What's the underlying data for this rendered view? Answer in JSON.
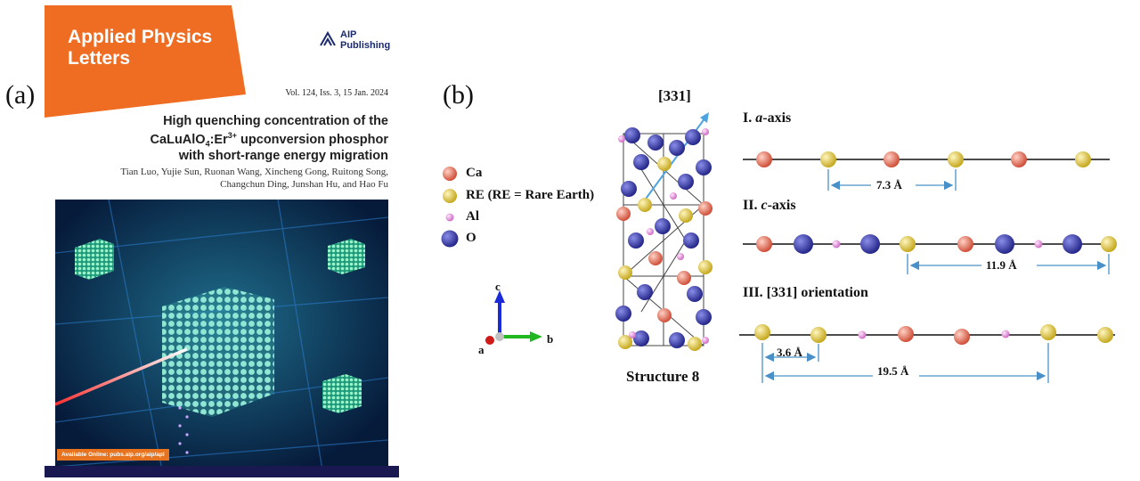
{
  "panel_a": {
    "label": "(a)",
    "journal": {
      "line1": "Applied Physics",
      "line2": "Letters"
    },
    "publisher": {
      "line1": "AIP",
      "line2": "Publishing"
    },
    "volume": "Vol. 124, Iss. 3, 15 Jan. 2024",
    "title": {
      "line1": "High quenching concentration of the",
      "line2_main": "CaLuAlO",
      "line2_sub": "4",
      "line2_mid": ":Er",
      "line2_sup": "3+",
      "line2_end": " upconversion phosphor",
      "line3": "with short-range energy migration"
    },
    "authors": {
      "line1": "Tian Luo, Yujie Sun, Ruonan Wang, Xincheng Gong, Ruitong Song,",
      "line2": "Changchun Ding, Junshan Hu, and Hao Fu"
    },
    "online": "Available Online: pubs.aip.org/aip/apl",
    "colors": {
      "banner": "#ef6d22",
      "bottom_bar": "#1a1850",
      "cover_bg": "#0b2a4f"
    }
  },
  "panel_b": {
    "label": "(b)",
    "direction": "[331]",
    "structure_label": "Structure 8",
    "legend": [
      {
        "symbol": "Ca",
        "text": "Ca",
        "color": "#e0604a"
      },
      {
        "symbol": "RE",
        "text": "RE (RE = Rare Earth)",
        "color": "#e2c93a"
      },
      {
        "symbol": "Al",
        "text": "Al",
        "color": "#e98ee0"
      },
      {
        "symbol": "O",
        "text": "O",
        "color": "#3b3ea8"
      }
    ],
    "axes": {
      "c": "c",
      "b": "b",
      "a": "a"
    },
    "rows": [
      {
        "numeral": "I. ",
        "axis": "a",
        "suffix": "-axis",
        "distance": "7.3 Å"
      },
      {
        "numeral": "II. ",
        "axis": "c",
        "suffix": "-axis",
        "distance": "11.9 Å"
      },
      {
        "numeral": "III. [331] orientation",
        "axis": "",
        "suffix": "",
        "distances": [
          "3.6 Å",
          "19.5 Å"
        ]
      }
    ]
  }
}
